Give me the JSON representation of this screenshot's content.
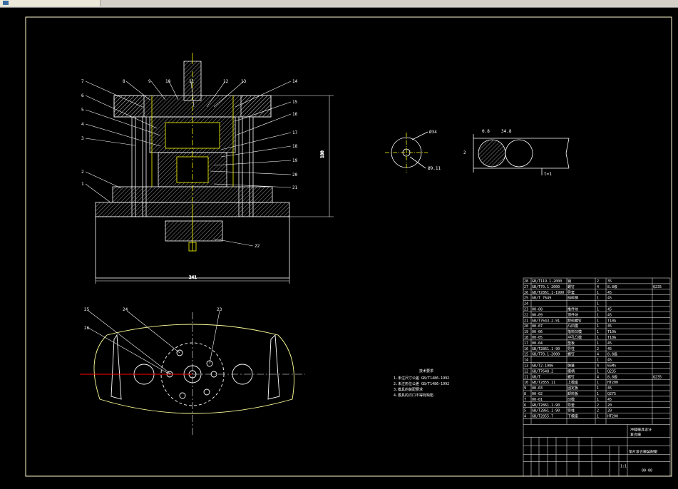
{
  "window": {
    "title_icon": "app-icon"
  },
  "section_view": {
    "callouts": [
      "7",
      "6",
      "5",
      "4",
      "3",
      "2",
      "1",
      "8",
      "9",
      "10",
      "11",
      "12",
      "13",
      "14",
      "15",
      "16",
      "17",
      "18",
      "19",
      "20",
      "21",
      "22"
    ],
    "height_dim": "180",
    "width_dim": "241"
  },
  "detail": {
    "diam_outer": "Ø34",
    "diam_inner": "Ø9.11",
    "dim_a": "0.8",
    "dim_b": "34.8",
    "dim_c": "2",
    "note": "t=1"
  },
  "plan_view": {
    "callouts": [
      "25",
      "24",
      "23",
      "26"
    ]
  },
  "tech_notes": {
    "heading": "技术要求",
    "lines": [
      "1.未注尺寸公差  GB/T1486-1992",
      "2.未注形位公差  GB/T1486-1992",
      "3.模具的装配要求",
      "4.模具的刃口不得有缺陷"
    ]
  },
  "bom": {
    "rows": [
      {
        "no": "28",
        "code": "GB/T119.1-2000",
        "name": "销",
        "qty": "2",
        "mat": "35",
        "note": ""
      },
      {
        "no": "27",
        "code": "GB/T70.1-2000",
        "name": "螺钉",
        "qty": "4",
        "mat": "8.8级",
        "note": "Q235"
      },
      {
        "no": "26",
        "code": "GB/T2861.1-1990",
        "name": "导套",
        "qty": "1",
        "mat": "45",
        "note": ""
      },
      {
        "no": "25",
        "code": "GB/T 7649",
        "name": "挡料销",
        "qty": "1",
        "mat": "45",
        "note": ""
      },
      {
        "no": "24",
        "code": "",
        "name": "",
        "qty": "1",
        "mat": "",
        "note": ""
      },
      {
        "no": "23",
        "code": "00-08",
        "name": "推件块",
        "qty": "1",
        "mat": "45",
        "note": ""
      },
      {
        "no": "22",
        "code": "00-09",
        "name": "顶件块",
        "qty": "1",
        "mat": "45",
        "note": ""
      },
      {
        "no": "21",
        "code": "GB/T7643.2-91",
        "name": "卸料螺钉",
        "qty": "1",
        "mat": "T10A",
        "note": ""
      },
      {
        "no": "20",
        "code": "00-07",
        "name": "凸凹模",
        "qty": "1",
        "mat": "45",
        "note": ""
      },
      {
        "no": "19",
        "code": "00-06",
        "name": "落料凹模",
        "qty": "1",
        "mat": "T10A",
        "note": ""
      },
      {
        "no": "18",
        "code": "00-05",
        "name": "冲孔凸模",
        "qty": "1",
        "mat": "T10A",
        "note": ""
      },
      {
        "no": "17",
        "code": "00-04",
        "name": "垫板",
        "qty": "1",
        "mat": "45",
        "note": ""
      },
      {
        "no": "16",
        "code": "GB/T2861.1-90",
        "name": "导柱",
        "qty": "2",
        "mat": "45",
        "note": ""
      },
      {
        "no": "15",
        "code": "GB/T70.1-2000",
        "name": "螺钉",
        "qty": "4",
        "mat": "8.8级",
        "note": ""
      },
      {
        "no": "14",
        "code": "",
        "name": "",
        "qty": "1",
        "mat": "45",
        "note": ""
      },
      {
        "no": "13",
        "code": "GB/T2-1986",
        "name": "弹簧",
        "qty": "4",
        "mat": "65Mn",
        "note": ""
      },
      {
        "no": "12",
        "code": "GB/T7648.2",
        "name": "模柄",
        "qty": "1",
        "mat": "Q235",
        "note": ""
      },
      {
        "no": "11",
        "code": "GB/T",
        "name": "螺钉",
        "qty": "4",
        "mat": "8.8级",
        "note": "Q235"
      },
      {
        "no": "10",
        "code": "GB/T2855.11",
        "name": "上模座",
        "qty": "1",
        "mat": "HT200",
        "note": ""
      },
      {
        "no": "9",
        "code": "00-03",
        "name": "固定板",
        "qty": "1",
        "mat": "45",
        "note": ""
      },
      {
        "no": "8",
        "code": "00-02",
        "name": "卸料板",
        "qty": "1",
        "mat": "Q275",
        "note": ""
      },
      {
        "no": "7",
        "code": "00-01",
        "name": "凹模",
        "qty": "1",
        "mat": "45",
        "note": ""
      },
      {
        "no": "6",
        "code": "GB/T2861.1-90",
        "name": "导套",
        "qty": "2",
        "mat": "20",
        "note": ""
      },
      {
        "no": "5",
        "code": "GB/T2861.1-90",
        "name": "导柱",
        "qty": "2",
        "mat": "20",
        "note": ""
      },
      {
        "no": "4",
        "code": "GB/T2855.7",
        "name": "下模座",
        "qty": "1",
        "mat": "HT200",
        "note": ""
      },
      {
        "no": "",
        "code": "",
        "name": "",
        "qty": "",
        "mat": "",
        "note": ""
      }
    ],
    "title_block": {
      "title": "冲裁模具设计",
      "subtitle": "复合模",
      "drawing_no": "00-00",
      "scale": "1:1",
      "drawing_name": "垫片复合模装配图"
    }
  },
  "colors": {
    "background": "#000000",
    "line_white": "#ffffff",
    "line_yellow": "#ffff00",
    "frame": "#ffffcc",
    "dim_red": "#ff0000",
    "hatch": "#c0c0c0"
  }
}
